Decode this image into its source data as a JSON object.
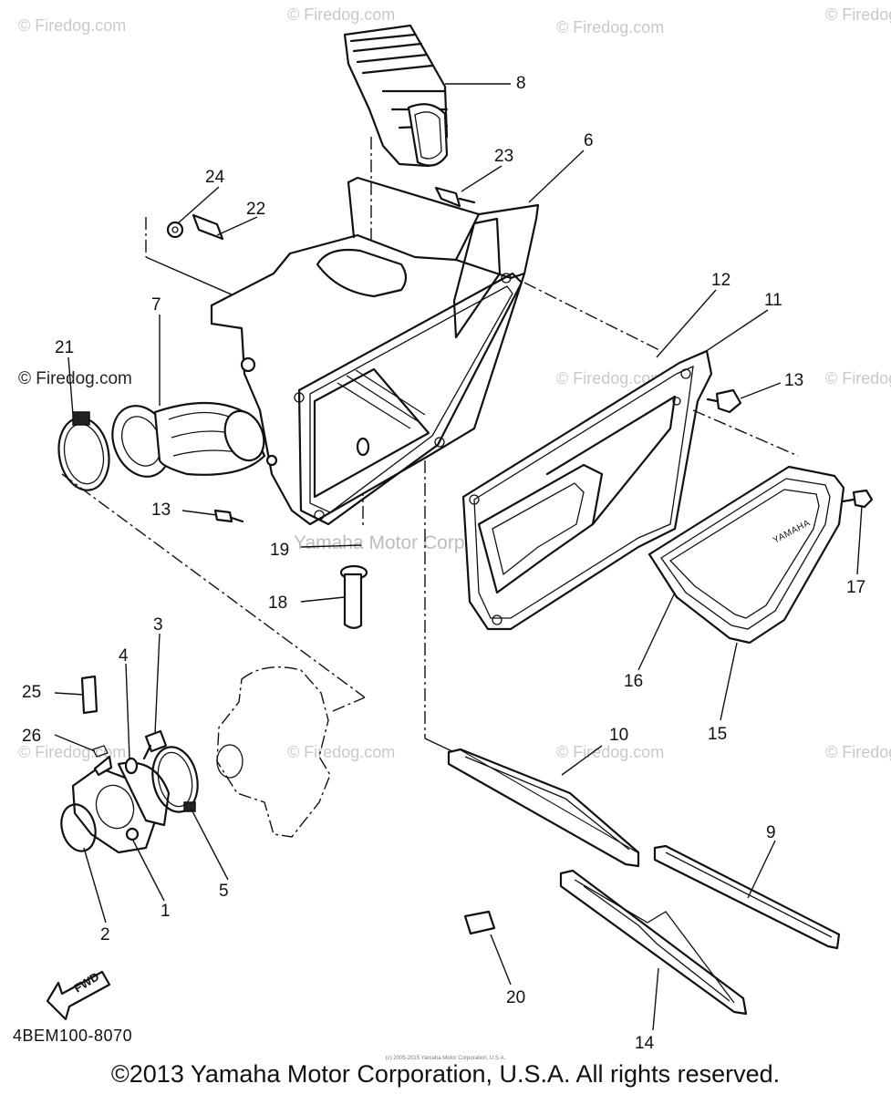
{
  "watermarks": {
    "repeat": "© Firedog.com",
    "left_label": "© Firedog.com",
    "center": "Yamaha Motor Corp., U.S.A."
  },
  "callouts": {
    "c1": "1",
    "c2": "2",
    "c3": "3",
    "c4": "4",
    "c5": "5",
    "c6": "6",
    "c7": "7",
    "c8": "8",
    "c9": "9",
    "c10": "10",
    "c11": "11",
    "c12": "12",
    "c13a": "13",
    "c13b": "13",
    "c14": "14",
    "c15": "15",
    "c16": "16",
    "c17": "17",
    "c18": "18",
    "c19": "19",
    "c20": "20",
    "c21": "21",
    "c22": "22",
    "c23": "23",
    "c24": "24",
    "c25": "25",
    "c26": "26"
  },
  "cover_brand": "YAMAHA",
  "fwd_label": "FWD",
  "diagram_code": "4BEM100-8070",
  "small_copyright": "(c) 2005-2015 Yamaha Motor Corporation, U.S.A.",
  "copyright": "©2013 Yamaha Motor Corporation, U.S.A. All rights reserved."
}
